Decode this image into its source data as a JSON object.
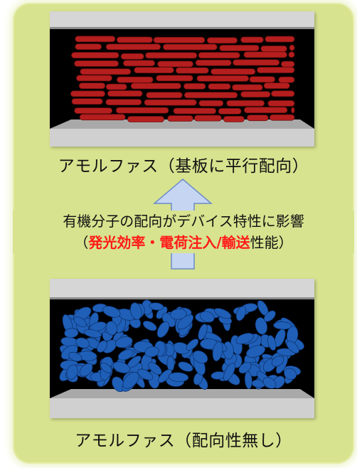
{
  "top_caption": "アモルファス（基板に平行配向）",
  "bottom_caption": "アモルファス（配向性無し）",
  "middle": {
    "line1": "有機分子の配向がデバイス特性に影響",
    "open_paren": "（",
    "highlight": "発光効率・電荷注入/輸送",
    "tail": "性能）"
  },
  "colors": {
    "panel": "#d8e38f",
    "rod": "#b51e1e",
    "ellipsoid": "#1f5fb8",
    "highlight": "#ff1a1a",
    "arrow": "#c6d6f2"
  },
  "icons": {
    "up_arrow": "up-arrow-icon"
  }
}
